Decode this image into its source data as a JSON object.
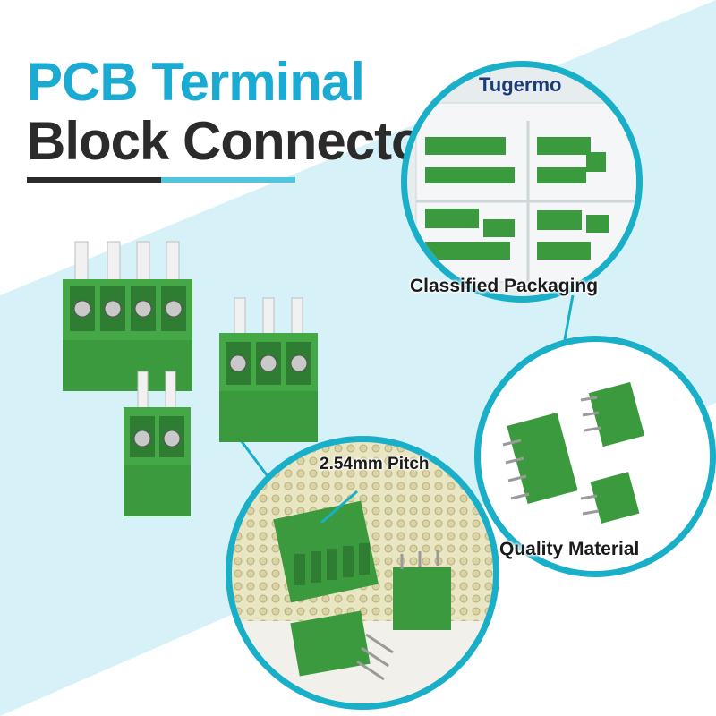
{
  "headline": {
    "line1": "PCB Terminal",
    "line2": "Block Connector"
  },
  "features": {
    "packaging": "Classified Packaging",
    "material": "Quality Material",
    "pitch": "2.54mm Pitch"
  },
  "brand": "Tugermo",
  "colors": {
    "accent": "#19afc9",
    "title_blue": "#1aaad2",
    "title_dark": "#2b2b2b",
    "connector_green": "#3a9a3c",
    "background_band": "#d6f2f8"
  }
}
